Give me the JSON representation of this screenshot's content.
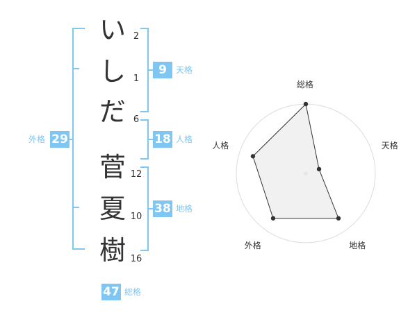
{
  "name": {
    "given": [
      {
        "char": "い",
        "strokes": "2"
      },
      {
        "char": "し",
        "strokes": "1"
      },
      {
        "char": "だ",
        "strokes": "6"
      }
    ],
    "family": [
      {
        "char": "菅",
        "strokes": "12"
      },
      {
        "char": "夏",
        "strokes": "10"
      },
      {
        "char": "樹",
        "strokes": "16"
      }
    ]
  },
  "fortunes": {
    "tenkaku": {
      "value": "9",
      "label": "天格"
    },
    "jinkaku": {
      "value": "18",
      "label": "人格"
    },
    "chikaku": {
      "value": "38",
      "label": "地格"
    },
    "gaikaku": {
      "value": "29",
      "label": "外格"
    },
    "soukaku": {
      "value": "47",
      "label": "総格"
    }
  },
  "radar": {
    "axes": [
      "総格",
      "天格",
      "地格",
      "外格",
      "人格"
    ],
    "values": [
      5,
      1,
      4,
      4,
      4
    ],
    "max": 5,
    "line_color": "#333333",
    "fill_color": "#eeeeee",
    "ring_color": "#dddddd"
  },
  "colors": {
    "accent": "#7fc7f2"
  }
}
